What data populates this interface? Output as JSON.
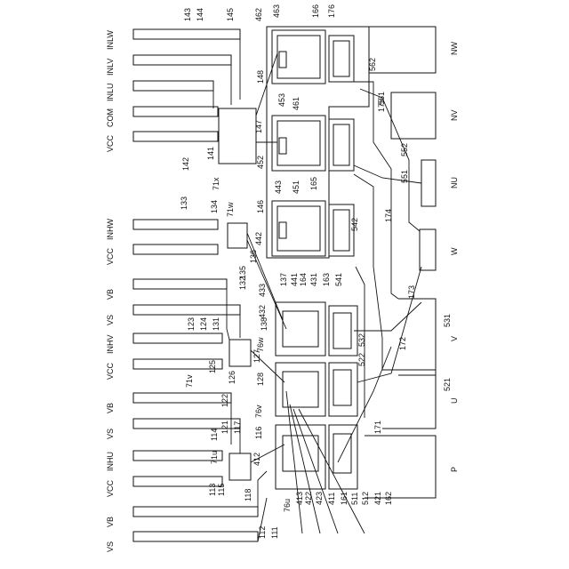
{
  "left_pins": [
    "INLW",
    "INLV",
    "INLU",
    "COM",
    "VCC",
    "INHW",
    "VCC",
    "VB",
    "VS",
    "INHV",
    "VCC",
    "VB",
    "VS",
    "INHU",
    "VCC",
    "VB",
    "VS"
  ],
  "right_pins": [
    "NW",
    "NV",
    "NU",
    "W",
    "V",
    "U",
    "P"
  ],
  "ref_numbers": {
    "top_left": [
      "143",
      "144",
      "145",
      "462",
      "463",
      "166",
      "176"
    ],
    "mid_left": [
      "148",
      "147",
      "146",
      "141",
      "142",
      "71x",
      "133",
      "134",
      "71w"
    ],
    "right": [
      "562",
      "561",
      "175",
      "552",
      "551",
      "542",
      "174",
      "173",
      "531",
      "532",
      "172",
      "522",
      "521",
      "171"
    ],
    "center": [
      "453",
      "461",
      "452",
      "451",
      "165",
      "443",
      "442",
      "441",
      "164",
      "431",
      "163",
      "541",
      "137",
      "433",
      "432",
      "138",
      "136",
      "135",
      "132",
      "131",
      "124",
      "123",
      "71v",
      "125",
      "126",
      "127",
      "76w",
      "128",
      "122",
      "121",
      "117",
      "116",
      "76v",
      "114",
      "71u",
      "412",
      "113",
      "115",
      "118",
      "112",
      "111",
      "76u",
      "413",
      "422",
      "423",
      "411",
      "161",
      "511",
      "512",
      "421",
      "162"
    ]
  }
}
